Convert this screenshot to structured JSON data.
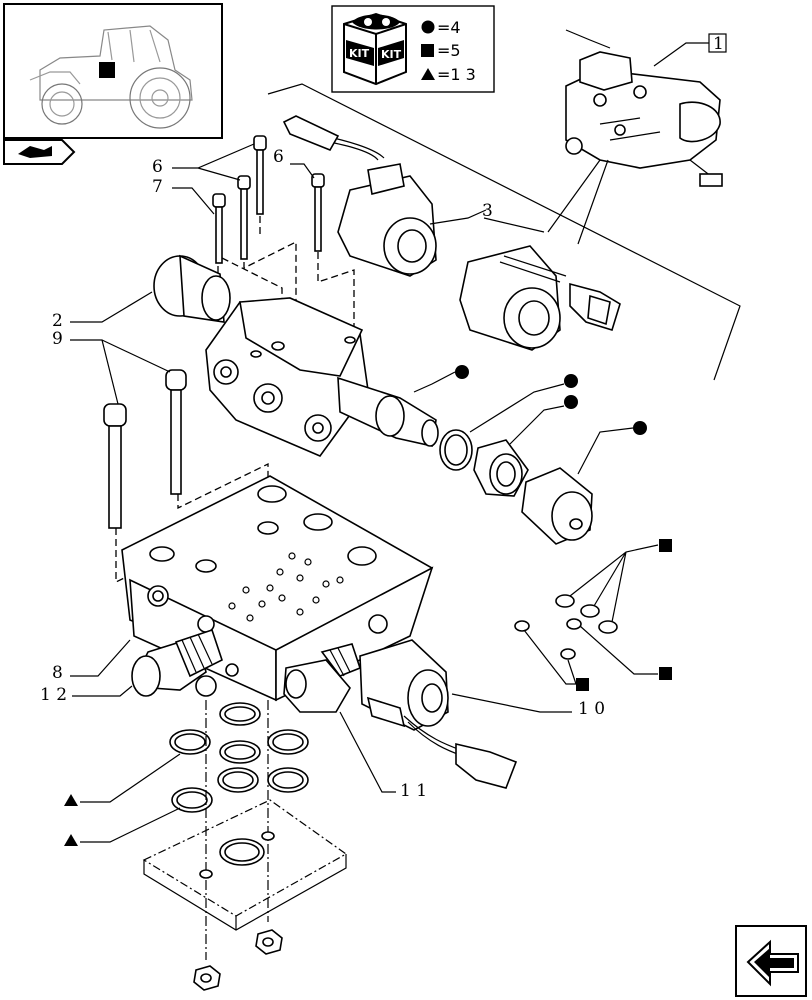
{
  "kit_legend": {
    "kit_word_left": "KIT",
    "kit_word_right": "KIT",
    "entries": [
      {
        "icon": "circle",
        "text": "=4"
      },
      {
        "icon": "square",
        "text": "=5"
      },
      {
        "icon": "triangle",
        "text": "=1 3"
      }
    ]
  },
  "callouts": {
    "ref_1": "1",
    "label_2": "2",
    "label_3": "3",
    "label_6a": "6",
    "label_6b": "6",
    "label_7": "7",
    "label_8": "8",
    "label_9": "9",
    "label_10": "1 0",
    "label_11": "1 1",
    "label_12": "1 2"
  },
  "icons": {
    "thumbnail": "tractor-thumbnail-icon",
    "bookmark": "book-arrow-icon",
    "nav": "arrow-navigation-icon"
  }
}
